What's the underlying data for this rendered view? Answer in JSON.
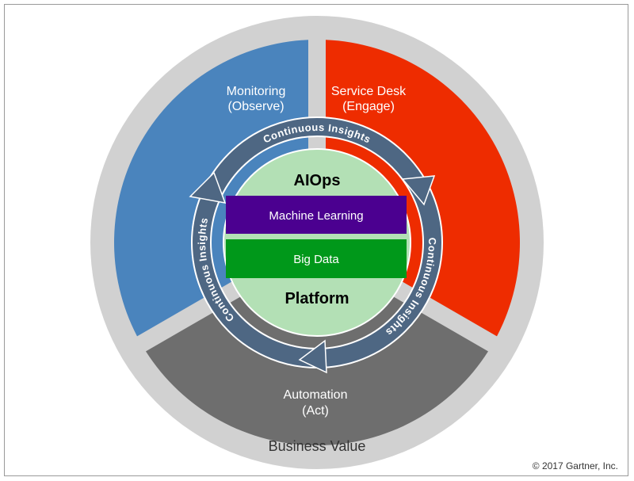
{
  "segments": {
    "monitoring": {
      "line1": "Monitoring",
      "line2": "(Observe)",
      "color": "#4a84bd"
    },
    "service_desk": {
      "line1": "Service Desk",
      "line2": "(Engage)",
      "color": "#ee2c00"
    },
    "automation": {
      "line1": "Automation",
      "line2": "(Act)",
      "color": "#6e6e6e"
    }
  },
  "outer_ring": {
    "label": "Business Value",
    "color": "#d1d1d1"
  },
  "cycle": {
    "label_top": "Continuous Insights",
    "label_right": "Continuous Insights",
    "label_left": "Continuous Insights",
    "color": "#4e6783"
  },
  "core": {
    "title": "AIOps",
    "layer1": "Machine Learning",
    "layer2": "Big Data",
    "subtitle": "Platform",
    "circle_color": "#b3e0b5",
    "layer1_color": "#4b0090",
    "layer2_color": "#00981a"
  },
  "copyright": "© 2017 Gartner, Inc."
}
